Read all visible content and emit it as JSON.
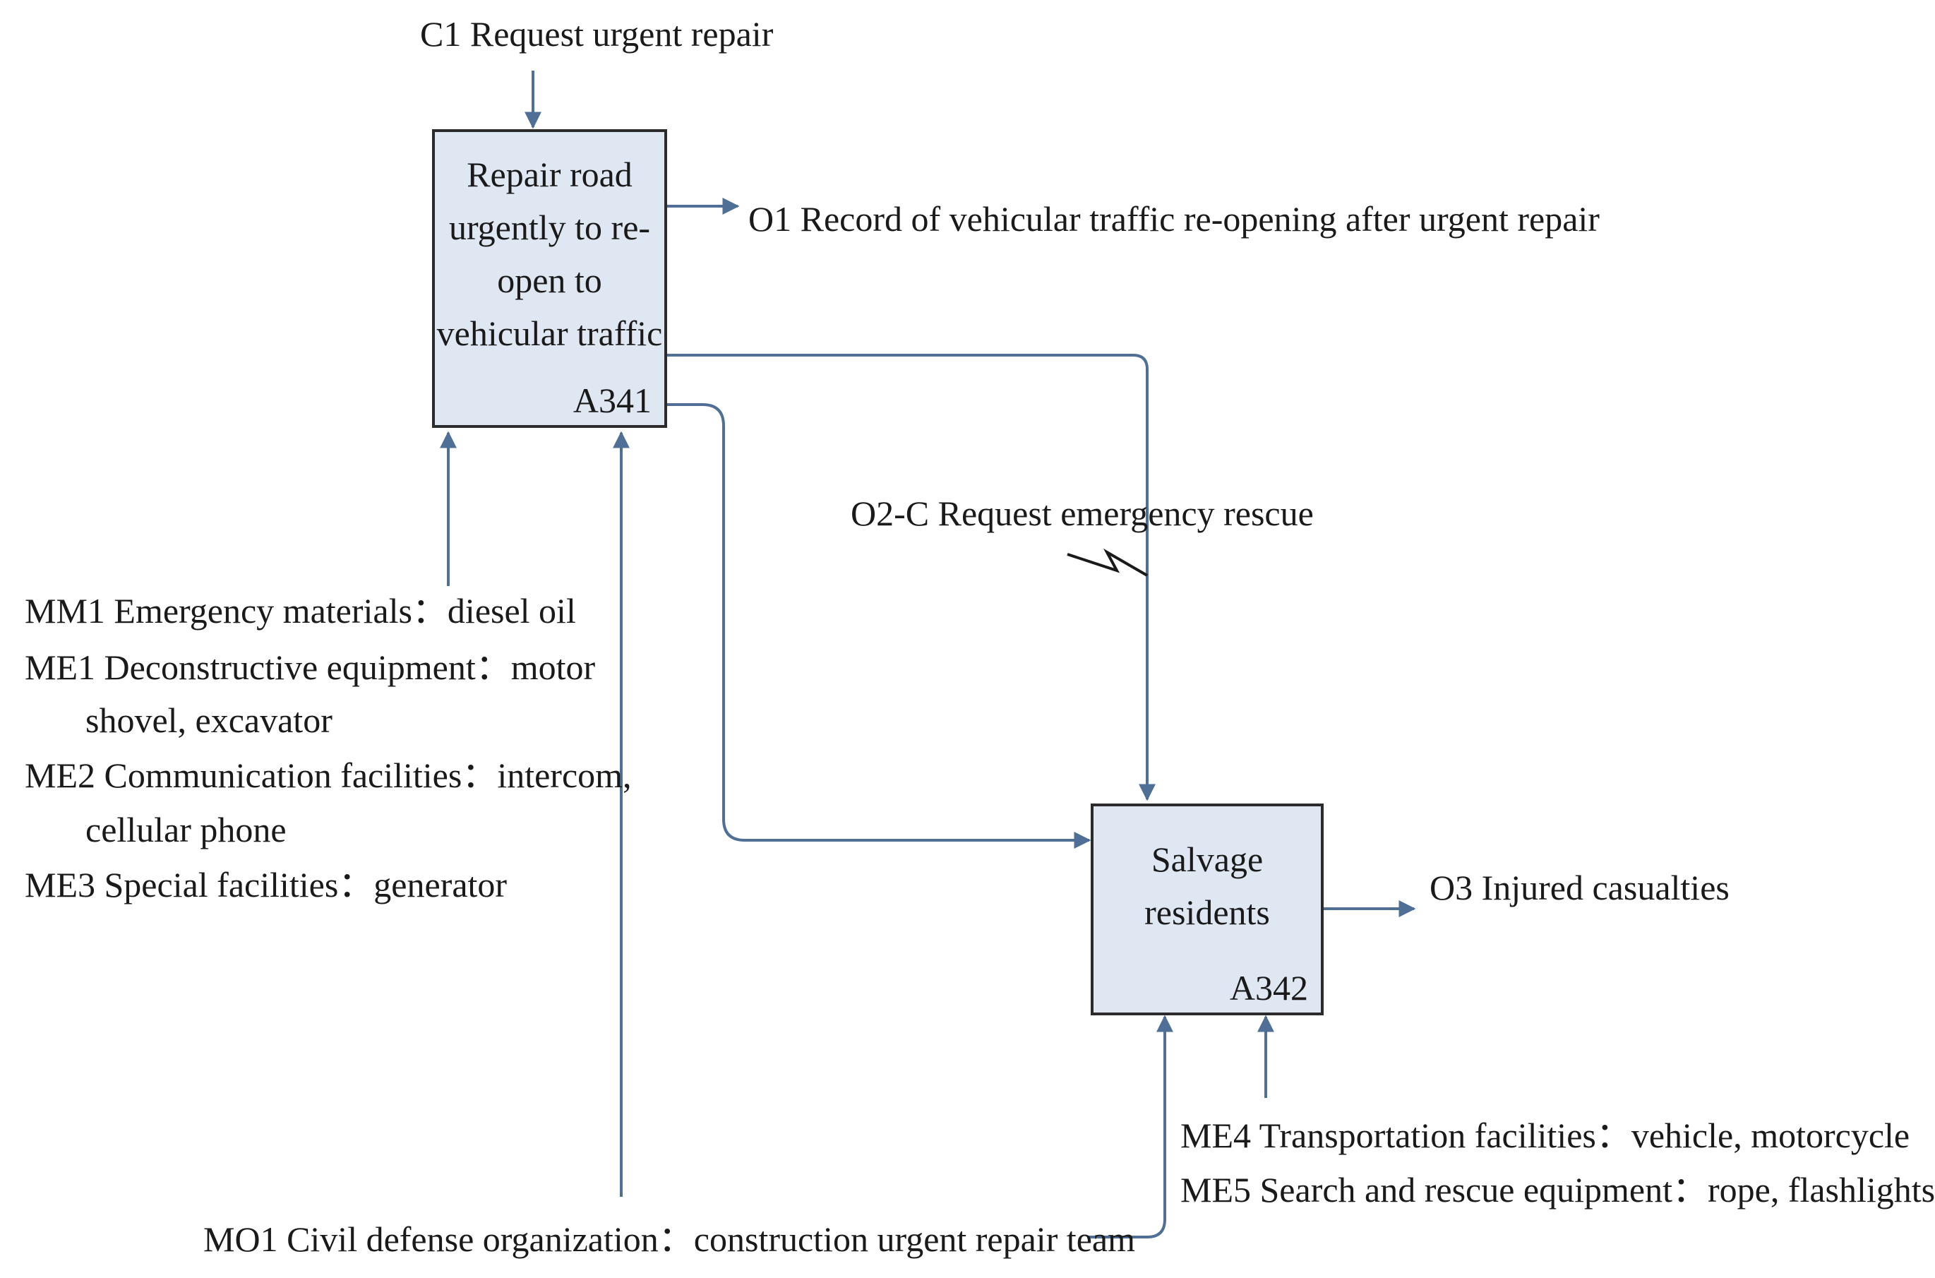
{
  "controls": {
    "c1": "C1 Request urgent repair",
    "o2c": "O2-C Request emergency rescue"
  },
  "activities": [
    {
      "id": "A341",
      "title": "Repair road\nurgently to re-\nopen to\nvehicular traffic"
    },
    {
      "id": "A342",
      "title": "Salvage\nresidents"
    }
  ],
  "outputs": {
    "o1": "O1 Record of vehicular traffic re-opening after urgent repair",
    "o3": "O3 Injured casualties"
  },
  "mechanisms_left": [
    {
      "line1": "MM1 Emergency materials：diesel oil"
    },
    {
      "line1": "ME1 Deconstructive equipment：motor",
      "line2": "shovel, excavator"
    },
    {
      "line1": "ME2 Communication facilities：intercom,",
      "line2": "cellular phone"
    },
    {
      "line1": "ME3 Special facilities：generator"
    }
  ],
  "mechanisms_right": [
    "ME4 Transportation facilities：vehicle, motorcycle",
    "ME5 Search and rescue equipment：rope, flashlights"
  ],
  "mechanism_org": "MO1 Civil defense organization：construction urgent repair team",
  "colors": {
    "box_fill": "#dfe7f3",
    "box_border": "#2b2b2b",
    "arrow": "#4f6f96"
  }
}
